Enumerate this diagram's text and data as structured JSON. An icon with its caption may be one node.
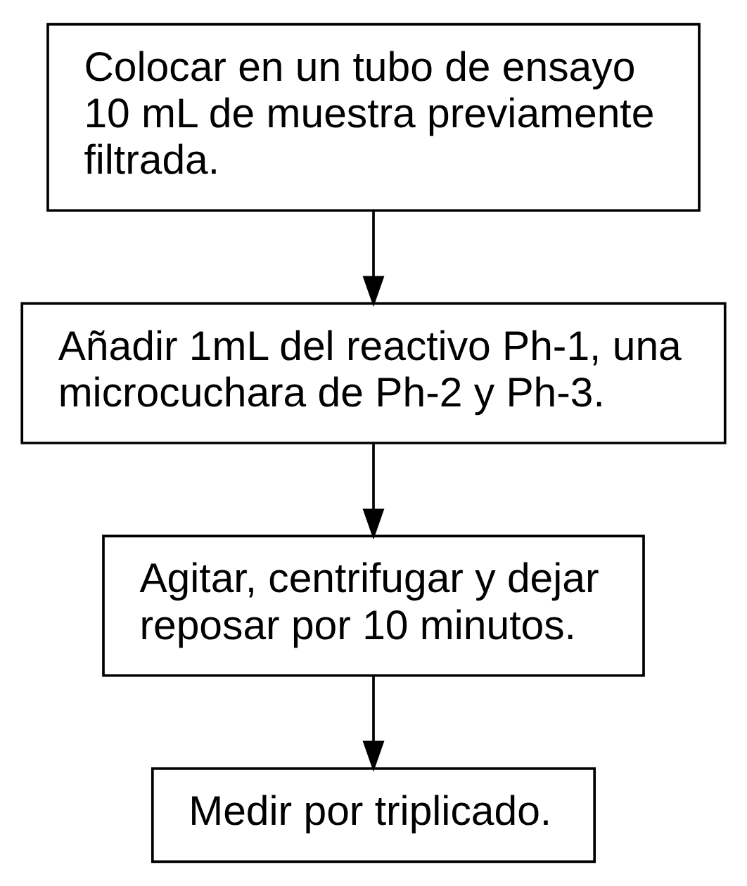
{
  "diagram": {
    "nodes": [
      {
        "text": [
          "Colocar en un tubo de ensayo 10 mL de muestra previamente filtrada."
        ]
      },
      {
        "text": [
          "Añadir 1mL del reactivo Ph-1, una microcuchara de Ph-2 y Ph-3."
        ]
      },
      {
        "text": [
          "Agitar, centrifugar y dejar reposar por 10 minutos."
        ]
      },
      {
        "text": [
          "Medir por triplicado."
        ]
      }
    ],
    "edges": [
      {
        "from": 0,
        "to": 1,
        "arrow": "to"
      },
      {
        "from": 1,
        "to": 2,
        "arrow": "to"
      },
      {
        "from": 2,
        "to": 3,
        "arrow": "to"
      }
    ]
  }
}
